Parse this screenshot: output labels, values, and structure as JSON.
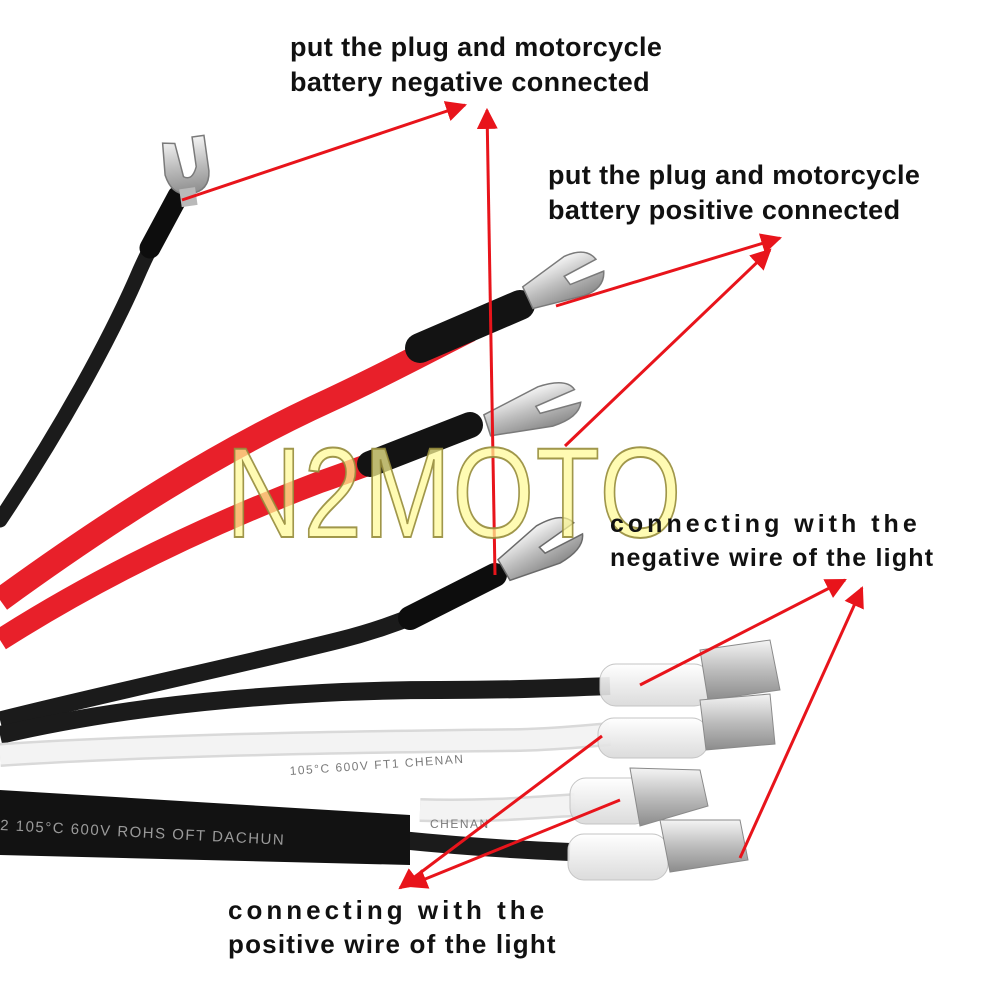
{
  "watermark": "N2MOTO",
  "annotations": {
    "battery_negative": {
      "line1": "put the plug and motorcycle",
      "line2": "battery negative connected"
    },
    "battery_positive": {
      "line1": "put the plug and motorcycle",
      "line2": "battery positive connected"
    },
    "light_negative": {
      "line1": "connecting with the",
      "line2": "negative wire of the light"
    },
    "light_positive": {
      "line1": "connecting with the",
      "line2": "positive wire of the light"
    }
  },
  "wire_prints": {
    "main_cable": "2  105°C  600V  ROHS  OFT  DACHUN",
    "white_wire_upper": "105°C  600V  FT1  CHENAN",
    "white_wire_lower": "CHENAN"
  },
  "colors": {
    "arrow": "#e8141b",
    "red_wire": "#e8202a",
    "black_wire": "#1b1b1b",
    "white_wire": "#f1f1f1"
  }
}
